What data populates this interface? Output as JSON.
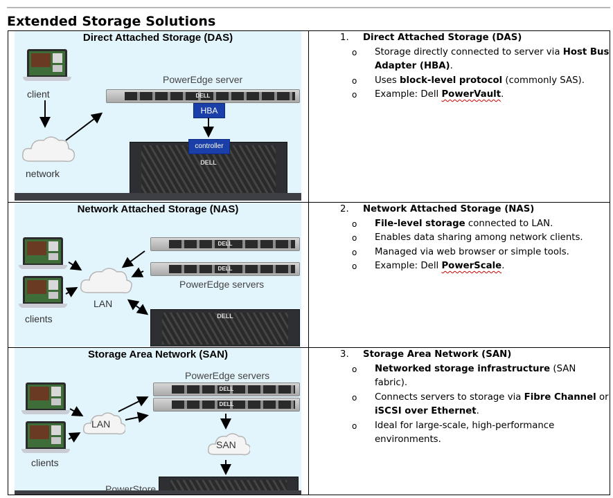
{
  "document": {
    "title": "Extended Storage Solutions"
  },
  "diagrams": {
    "das": {
      "title": "Direct Attached Storage (DAS)",
      "client_label": "client",
      "network_label": "network",
      "server_label": "PowerEdge server",
      "hba_label": "HBA",
      "controller_label": "controller",
      "brand_logo": "DELL"
    },
    "nas": {
      "title": "Network Attached Storage (NAS)",
      "clients_label": "clients",
      "lan_label": "LAN",
      "servers_label": "PowerEdge servers",
      "brand_logo": "DELL"
    },
    "san": {
      "title": "Storage Area Network (SAN)",
      "clients_label": "clients",
      "lan_label": "LAN",
      "san_label": "SAN",
      "servers_label": "PowerEdge servers",
      "storage_label": "PowerStore",
      "brand_logo": "DELL"
    }
  },
  "sections": [
    {
      "number": "1.",
      "heading": "Direct Attached Storage (DAS)",
      "bullets": [
        {
          "pre": "Storage directly connected to server via ",
          "bold": "Host Bus Adapter (HBA)",
          "post": "."
        },
        {
          "pre": "Uses ",
          "bold": "block-level protocol",
          "post": " (commonly SAS)."
        },
        {
          "pre": "Example: Dell ",
          "bold": "PowerVault",
          "post": "."
        }
      ]
    },
    {
      "number": "2.",
      "heading": "Network Attached Storage (NAS)",
      "bullets": [
        {
          "pre": "",
          "bold": "File-level storage",
          "post": " connected to LAN."
        },
        {
          "pre": "Enables data sharing among network clients.",
          "bold": "",
          "post": ""
        },
        {
          "pre": "Managed via web browser or simple tools.",
          "bold": "",
          "post": ""
        },
        {
          "pre": "Example: Dell ",
          "bold": "PowerScale",
          "post": "."
        }
      ]
    },
    {
      "number": "3.",
      "heading": "Storage Area Network (SAN)",
      "bullets": [
        {
          "pre": "",
          "bold": "Networked storage infrastructure",
          "post": " (SAN fabric)."
        },
        {
          "pre": "Connects servers to storage via ",
          "bold": "Fibre Channel",
          "mid": " or ",
          "bold2": "iSCSI over Ethernet",
          "post": "."
        },
        {
          "pre": "Ideal for large-scale, high-performance environments.",
          "bold": "",
          "post": ""
        }
      ]
    }
  ],
  "bullet_glyph": "o"
}
